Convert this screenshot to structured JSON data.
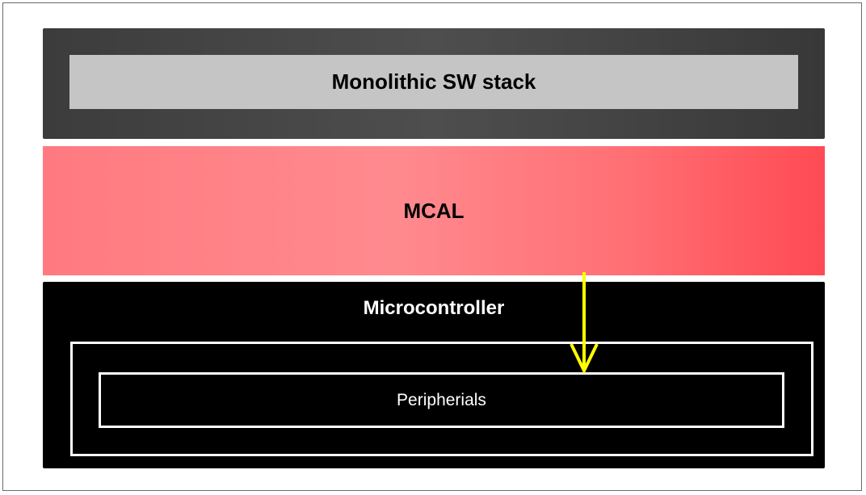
{
  "layers": {
    "sw_stack": {
      "label": "Monolithic SW stack",
      "outer_color": "#3c3c3c",
      "inner_color": "#c5c5c5"
    },
    "mcal": {
      "label": "MCAL",
      "color": "#ff7a80"
    },
    "microcontroller": {
      "label": "Microcontroller",
      "color": "#000000",
      "peripherials": {
        "label": "Peripherials"
      }
    }
  },
  "arrow": {
    "icon": "down-arrow-icon",
    "color": "#ffff00"
  }
}
